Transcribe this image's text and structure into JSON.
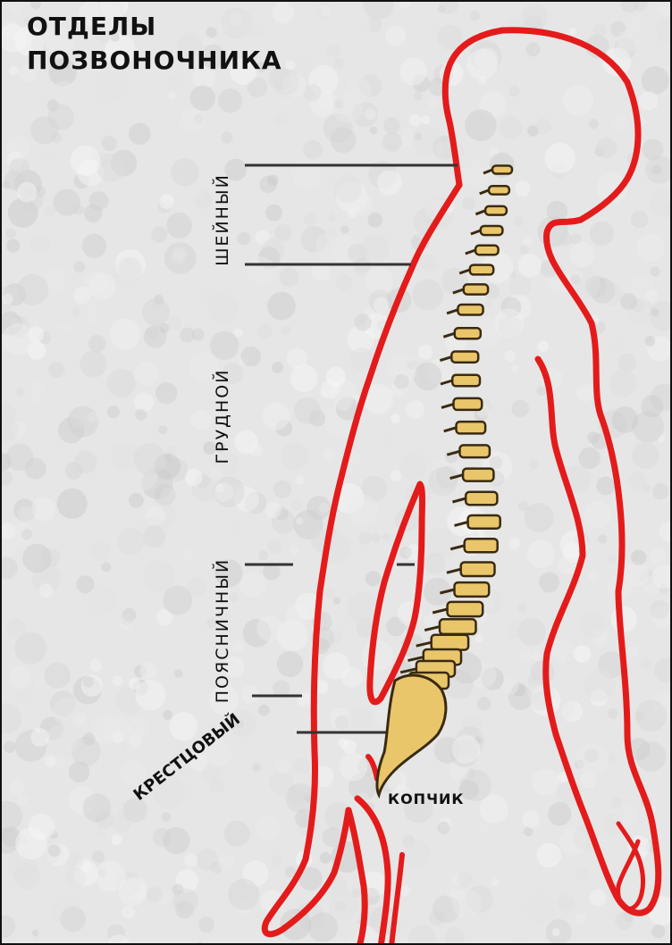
{
  "title": {
    "line1": "ОТДЕЛЫ",
    "line2": "ПОЗВОНОЧНИКА"
  },
  "sections": {
    "cervical": "ШЕЙНЫЙ",
    "thoracic": "ГРУДНОЙ",
    "lumbar": "ПОЯСНИЧНЫЙ",
    "sacral": "КРЕСТЦОВЫЙ",
    "coccyx": "КОПЧИК"
  },
  "colors": {
    "outline": "#e41b1b",
    "vertebra": "#e9c66a",
    "vertebra_dark": "#3a2a10",
    "leader": "#333333",
    "background": "#e6e6e6"
  }
}
